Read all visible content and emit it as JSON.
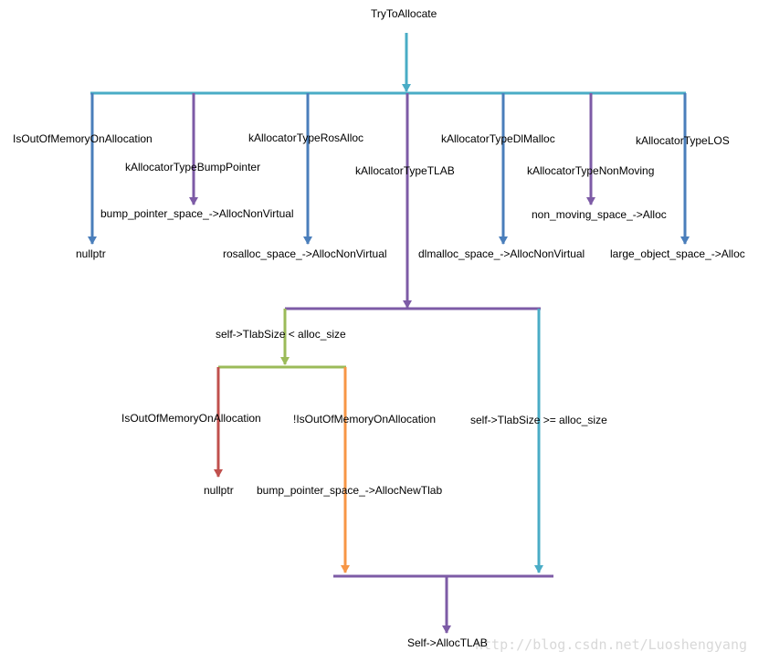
{
  "colors": {
    "teal": "#4aacc6",
    "blue": "#4a7ebb",
    "purple": "#7d5ba6",
    "green": "#9bbb59",
    "red": "#c0504d",
    "orange": "#f79646"
  },
  "labels": {
    "root": "TryToAllocate",
    "is_oom_top": "IsOutOfMemoryOnAllocation",
    "bump_pointer_type": "kAllocatorTypeBumpPointer",
    "rosalloc_type": "kAllocatorTypeRosAlloc",
    "tlab_type": "kAllocatorTypeTLAB",
    "dlmalloc_type": "kAllocatorTypeDlMalloc",
    "non_moving_type": "kAllocatorTypeNonMoving",
    "los_type": "kAllocatorTypeLOS",
    "bump_alloc": "bump_pointer_space_->AllocNonVirtual",
    "non_moving_alloc": "non_moving_space_->Alloc",
    "nullptr_top": "nullptr",
    "rosalloc_alloc": "rosalloc_space_->AllocNonVirtual",
    "dlmalloc_alloc": "dlmalloc_space_->AllocNonVirtual",
    "los_alloc": "large_object_space_->Alloc",
    "tlab_lt": "self->TlabSize < alloc_size",
    "is_oom_tlab": "IsOutOfMemoryOnAllocation",
    "not_oom_tlab": "!IsOutOfMemoryOnAllocation",
    "tlab_ge": "self->TlabSize >= alloc_size",
    "nullptr_tlab": "nullptr",
    "new_tlab": "bump_pointer_space_->AllocNewTlab",
    "final": "Self->AllocTLAB"
  },
  "watermark": "http://blog.csdn.net/Luoshengyang"
}
